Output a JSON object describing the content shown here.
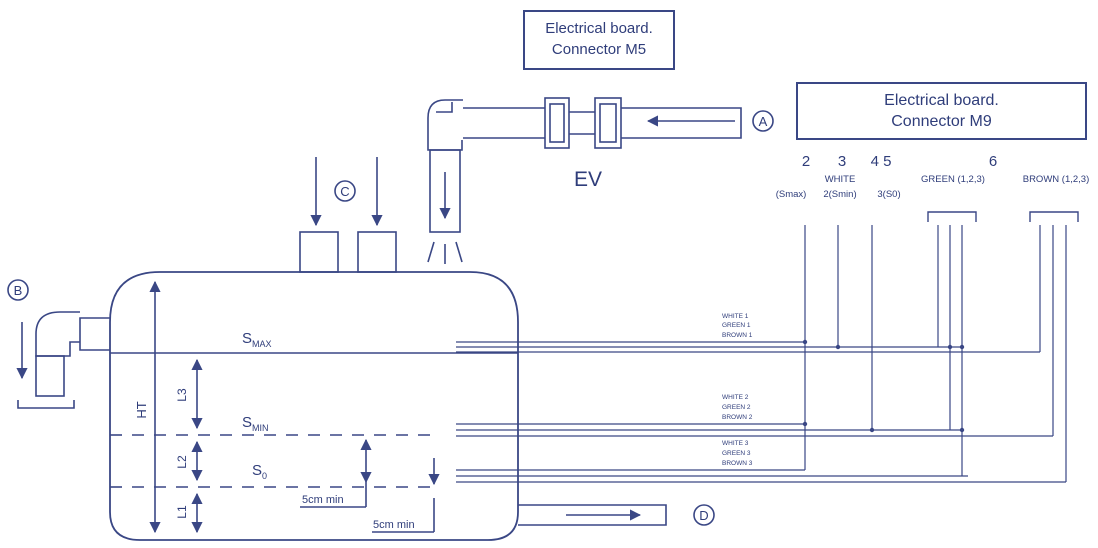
{
  "boards": {
    "m5": {
      "line1": "Electrical board.",
      "line2": "Connector M5"
    },
    "m9": {
      "line1": "Electrical board.",
      "line2": "Connector M9"
    }
  },
  "markers": {
    "a": "A",
    "b": "B",
    "c": "C",
    "d": "D"
  },
  "ev_label": "EV",
  "terminals": {
    "t2": "2",
    "t3": "3",
    "t45": "4 5",
    "t6": "6",
    "smax": "(Smax)",
    "white": "WHITE",
    "smin": "2(Smin)",
    "s0": "3(S0)",
    "green": "GREEN (1,2,3)",
    "brown": "BROWN (1,2,3)"
  },
  "levels": {
    "smax": "S",
    "smax_sub": "MAX",
    "smin": "S",
    "smin_sub": "MIN",
    "s0": "S",
    "s0_sub": "0"
  },
  "dims": {
    "ht": "HT",
    "l1": "L1",
    "l2": "L2",
    "l3": "L3",
    "min1": "5cm min",
    "min2": "5cm min"
  },
  "wires": {
    "g1": [
      "WHITE 1",
      "GREEN 1",
      "BROWN 1"
    ],
    "g2": [
      "WHITE 2",
      "GREEN 2",
      "BROWN 2"
    ],
    "g3": [
      "WHITE 3",
      "GREEN 3",
      "BROWN 3"
    ]
  },
  "colors": {
    "line": "#3a4785",
    "text": "#2f3d7a",
    "background": "#ffffff"
  }
}
